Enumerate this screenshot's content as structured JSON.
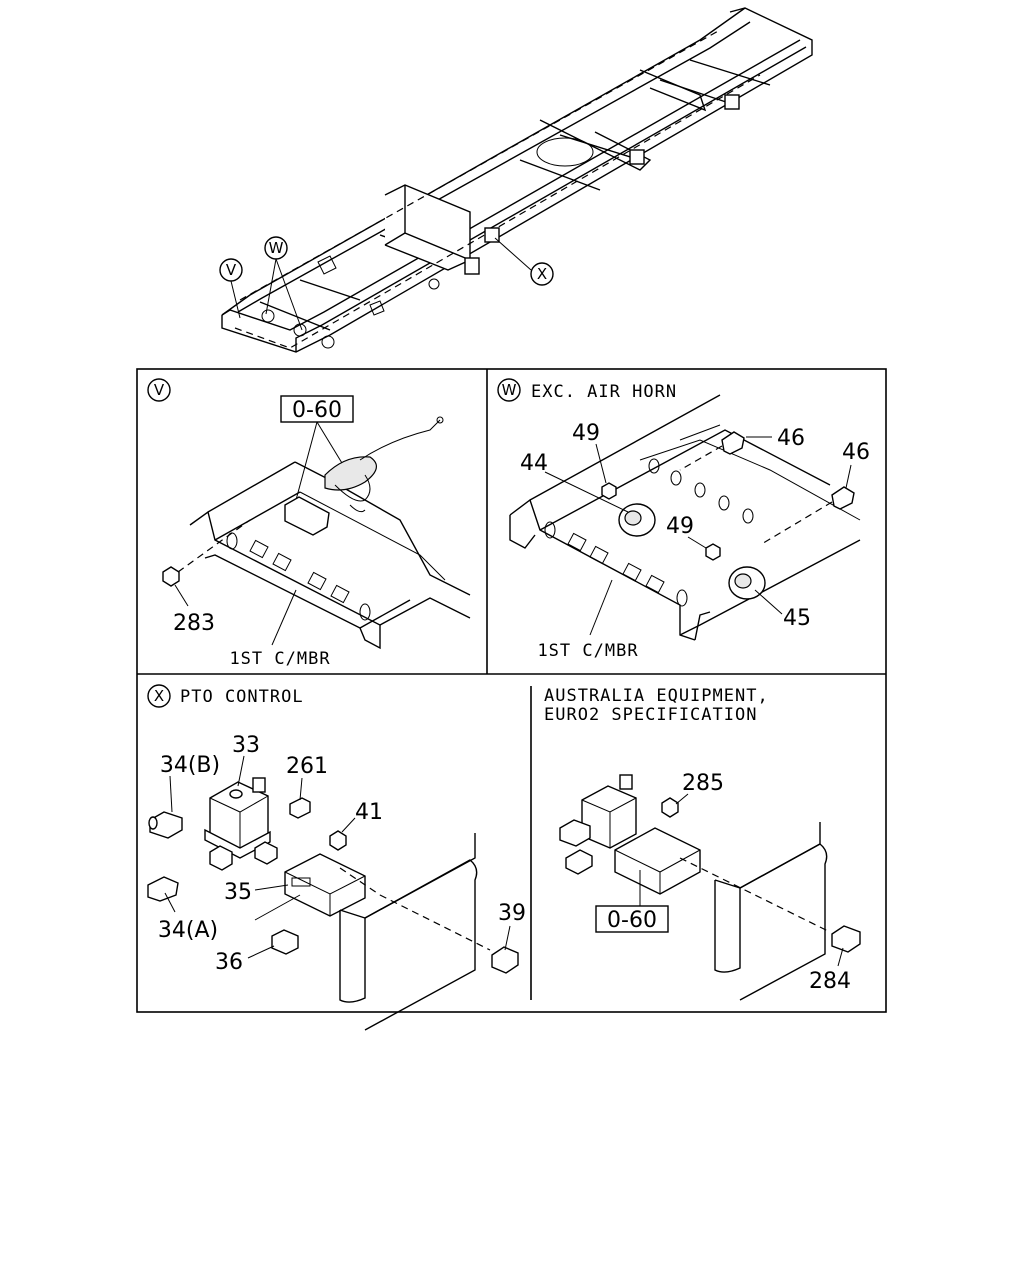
{
  "views": {
    "V": {
      "letter": "V",
      "caption": "",
      "member_label": "1ST C/MBR",
      "refbox": "0-60",
      "parts": [
        "283"
      ]
    },
    "W": {
      "letter": "W",
      "caption": "EXC. AIR HORN",
      "member_label": "1ST C/MBR",
      "parts": {
        "p49a": "49",
        "p44": "44",
        "p46a": "46",
        "p46b": "46",
        "p49b": "49",
        "p45": "45"
      }
    },
    "X": {
      "letter": "X",
      "caption": "PTO CONTROL",
      "parts": {
        "p33": "33",
        "p34b": "34(B)",
        "p261": "261",
        "p41": "41",
        "p35": "35",
        "p34a": "34(A)",
        "p36": "36",
        "p39": "39"
      }
    },
    "AUS": {
      "caption_line1": "AUSTRALIA EQUIPMENT,",
      "caption_line2": "EURO2 SPECIFICATION",
      "refbox": "0-60",
      "parts": {
        "p285": "285",
        "p284": "284"
      }
    }
  },
  "overview": {
    "callout_v": "V",
    "callout_w": "W",
    "callout_x": "X"
  }
}
